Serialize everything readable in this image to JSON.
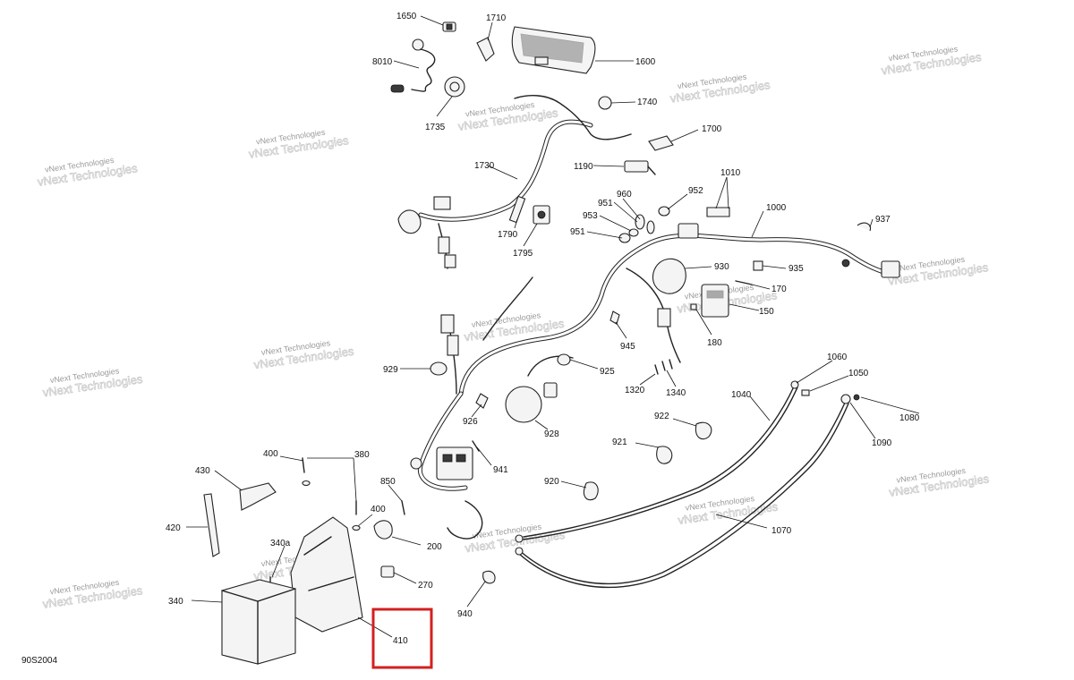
{
  "diagram": {
    "document_code": "90S2004",
    "watermark_line1": "vNext Technologies",
    "watermark_line2": "vNext Technologies",
    "highlight_color": "#d32020",
    "labels": {
      "l1650": "1650",
      "l1710": "1710",
      "l1600": "1600",
      "l8010": "8010",
      "l1735": "1735",
      "l1740": "1740",
      "l1700": "1700",
      "l1730": "1730",
      "l1190": "1190",
      "l1010": "1010",
      "l960": "960",
      "l951a": "951",
      "l952": "952",
      "l953": "953",
      "l951b": "951",
      "l1000": "1000",
      "l937": "937",
      "l1790": "1790",
      "l1795": "1795",
      "l930": "930",
      "l935": "935",
      "l170": "170",
      "l150": "150",
      "l180": "180",
      "l945": "945",
      "l929": "929",
      "l925": "925",
      "l1320": "1320",
      "l1340": "1340",
      "l1060": "1060",
      "l1050": "1050",
      "l1040": "1040",
      "l1080": "1080",
      "l1090": "1090",
      "l926": "926",
      "l928": "928",
      "l922": "922",
      "l921": "921",
      "l941": "941",
      "l920": "920",
      "l430": "430",
      "l400a": "400",
      "l380": "380",
      "l850": "850",
      "l400b": "400",
      "l420": "420",
      "l340a": "340a",
      "l200": "200",
      "l1070": "1070",
      "l270": "270",
      "l340": "340",
      "l940": "940",
      "l410": "410"
    }
  }
}
